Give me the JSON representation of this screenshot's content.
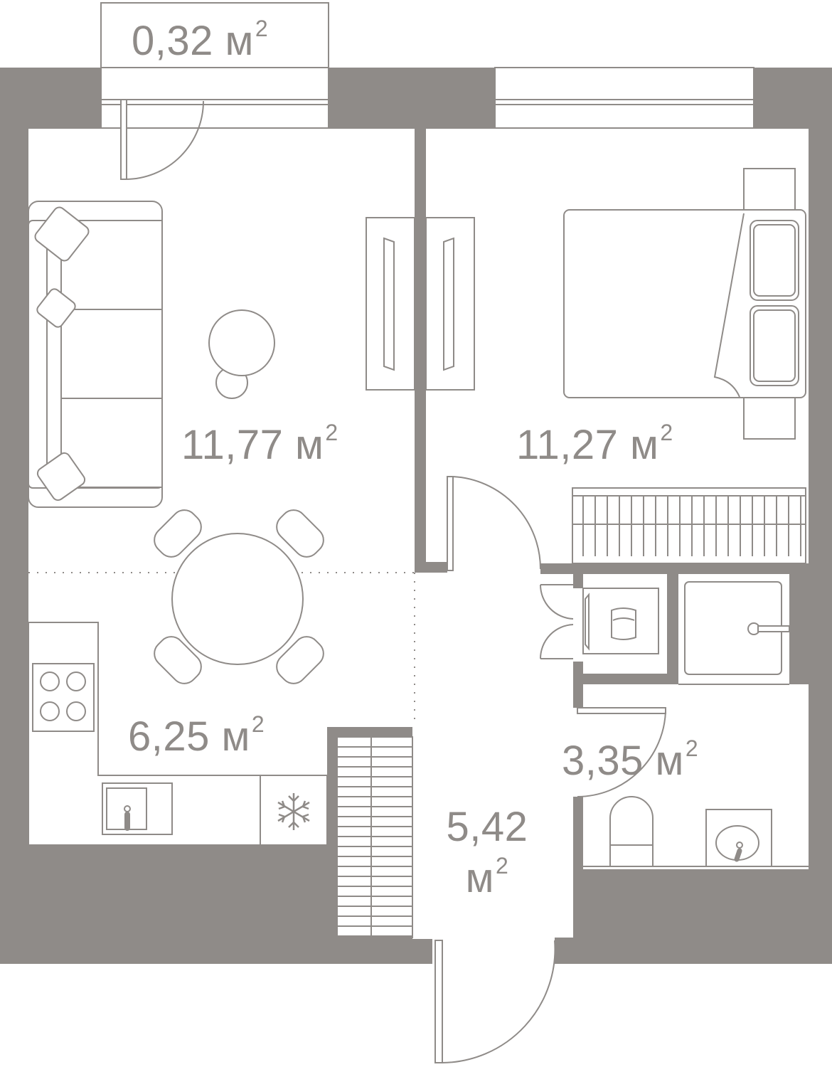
{
  "colors": {
    "wall": "#8f8b88",
    "line": "#8f8b88",
    "text": "#8f8b88",
    "background": "#ffffff"
  },
  "rooms": {
    "balcony": {
      "value": "0,32",
      "unit": "м",
      "exp": "2"
    },
    "living": {
      "value": "11,77",
      "unit": "м",
      "exp": "2"
    },
    "bedroom": {
      "value": "11,27",
      "unit": "м",
      "exp": "2"
    },
    "kitchen": {
      "value": "6,25",
      "unit": "м",
      "exp": "2"
    },
    "hall": {
      "value": "5,42",
      "unit": "м",
      "exp": "2"
    },
    "bathroom": {
      "value": "3,35",
      "unit": "м",
      "exp": "2"
    }
  },
  "icons": {
    "fridge": "snowflake-icon",
    "hob": "hob-icon",
    "sink": "sink-icon",
    "toilet": "toilet-icon",
    "washbasin": "washbasin-icon",
    "shower": "shower-icon",
    "bed": "bed-icon",
    "sofa": "sofa-icon"
  }
}
